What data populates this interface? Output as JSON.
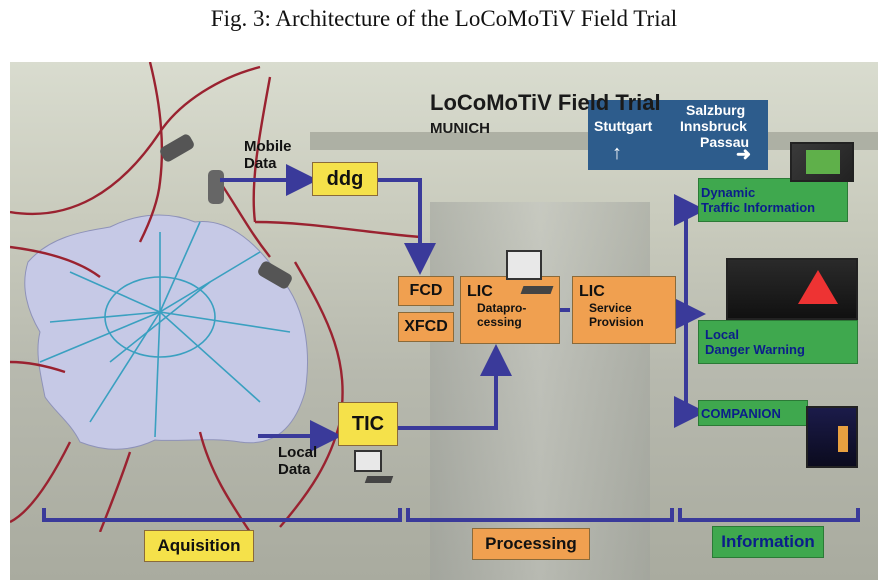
{
  "caption": "Fig. 3: Architecture of the LoCoMoTiV Field Trial",
  "title": "LoCoMoTiV Field Trial",
  "subtitle": "MUNICH",
  "road_sign": {
    "left": "Stuttgart",
    "right_top": "Salzburg",
    "right_mid": "Innsbruck",
    "right_bottom": "Passau"
  },
  "labels": {
    "mobile_data_line1": "Mobile",
    "mobile_data_line2": "Data",
    "local_data_line1": "Local",
    "local_data_line2": "Data"
  },
  "boxes": {
    "ddg": "ddg",
    "tic": "TIC",
    "fcd": "FCD",
    "xfcd": "XFCD",
    "lic_dp_title": "LIC",
    "lic_dp_line1": "Datapro-",
    "lic_dp_line2": "cessing",
    "lic_sp_title": "LIC",
    "lic_sp_line1": "Service",
    "lic_sp_line2": "Provision",
    "dti_line1": "Dynamic",
    "dti_line2": "Traffic Information",
    "ldw_line1": "Local",
    "ldw_line2": "Danger Warning",
    "companion": "COMPANION"
  },
  "phases": {
    "aquisition": "Aquisition",
    "processing": "Processing",
    "information": "Information"
  },
  "colors": {
    "arrow": "#3a3a9a",
    "orange": "#f0a050",
    "yellow": "#f5e14a",
    "green": "#3fa84e",
    "map_fill": "#c6c9e6"
  }
}
